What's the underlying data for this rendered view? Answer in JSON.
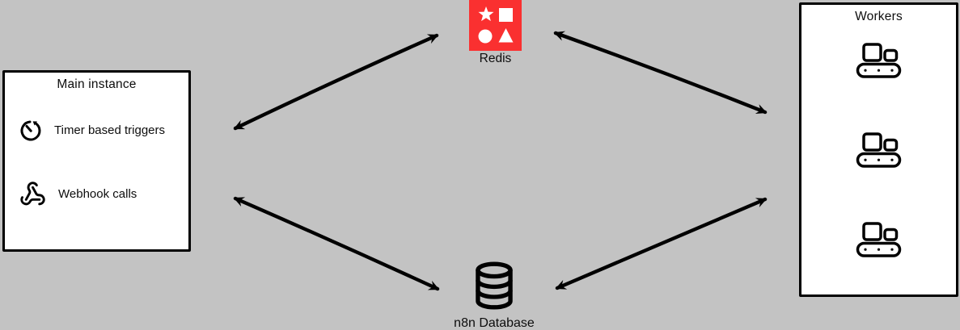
{
  "colors": {
    "background": "#c3c3c3",
    "node_fill": "#ffffff",
    "stroke": "#000000",
    "redis_red": "#fa3030",
    "redis_shapes": "#ffffff"
  },
  "nodes": {
    "main_instance": {
      "title": "Main instance",
      "items": [
        {
          "icon": "timer-icon",
          "label": "Timer based triggers"
        },
        {
          "icon": "webhook-icon",
          "label": "Webhook calls"
        }
      ]
    },
    "redis": {
      "label": "Redis",
      "icon": "redis-icon"
    },
    "workers": {
      "title": "Workers",
      "worker_count": 3,
      "icon": "conveyor-belt-icon"
    },
    "database": {
      "label": "n8n Database",
      "icon": "database-icon"
    }
  },
  "connections": [
    {
      "from": "main-instance",
      "to": "redis",
      "style": "double-headed-arrow"
    },
    {
      "from": "redis",
      "to": "workers",
      "style": "double-headed-arrow"
    },
    {
      "from": "main-instance",
      "to": "n8n-database",
      "style": "double-headed-arrow"
    },
    {
      "from": "n8n-database",
      "to": "workers",
      "style": "double-headed-arrow"
    }
  ]
}
